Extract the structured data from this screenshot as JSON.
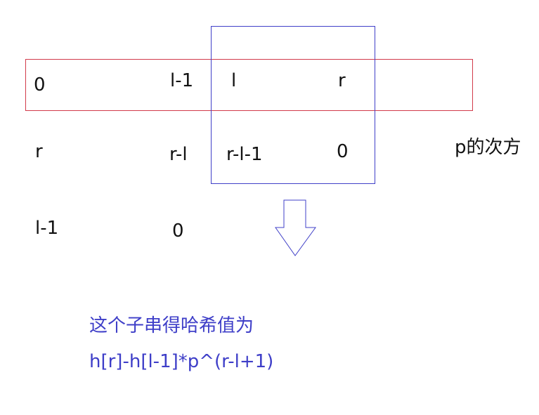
{
  "row_indices": {
    "c0": "0",
    "c1": "l-1",
    "c2": "l",
    "c3": "r"
  },
  "row_powers_r": {
    "c0": "r",
    "c1": "r-l",
    "c2": "r-l-1",
    "c3": "0"
  },
  "row_powers_l": {
    "c0": "l-1",
    "c1": "0"
  },
  "power_caption": "p的次方",
  "result": {
    "line1": "这个子串得哈希值为",
    "line2": "h[r]-h[l-1]*p^(r-l+1)"
  },
  "colors": {
    "red_box": "#d23a4a",
    "blue_box": "#4040c8",
    "text_blue": "#3e3ec8"
  },
  "icons": {
    "arrow": "down-arrow-icon"
  }
}
